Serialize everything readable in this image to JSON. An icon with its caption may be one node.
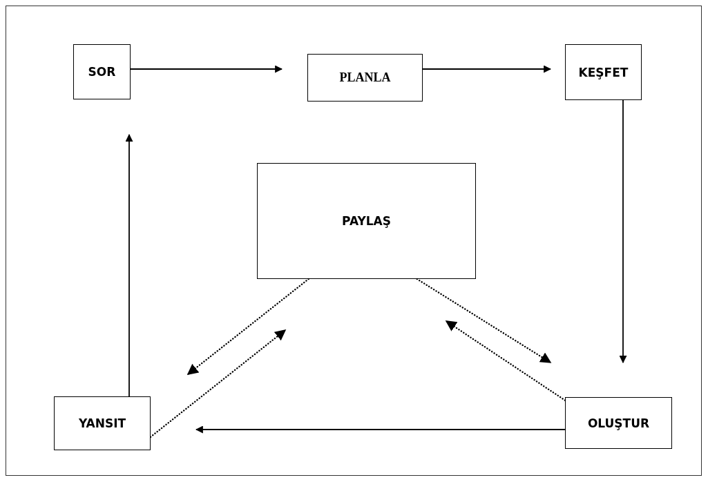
{
  "diagram": {
    "nodes": [
      {
        "text": [
          "SOR"
        ]
      },
      {
        "text": [
          "PLANLA"
        ]
      },
      {
        "text": [
          "KEŞFET"
        ]
      },
      {
        "text": [
          "PAYLAŞ"
        ]
      },
      {
        "text": [
          "YANSIT"
        ]
      },
      {
        "text": [
          "OLUŞTUR"
        ]
      }
    ],
    "edges": [
      {
        "from": 0,
        "to": 1,
        "arrow": "to"
      },
      {
        "from": 1,
        "to": 2,
        "arrow": "to"
      },
      {
        "from": 2,
        "to": 5,
        "arrow": "to"
      },
      {
        "from": 5,
        "to": 4,
        "arrow": "to"
      },
      {
        "from": 4,
        "to": 0,
        "arrow": "to"
      },
      {
        "from": 3,
        "to": 4,
        "arrow": "to",
        "style": "dashed"
      },
      {
        "from": 4,
        "to": 3,
        "arrow": "to",
        "style": "dashed"
      },
      {
        "from": 3,
        "to": 5,
        "arrow": "to",
        "style": "dashed"
      },
      {
        "from": 5,
        "to": 3,
        "arrow": "to",
        "style": "dashed"
      }
    ]
  }
}
